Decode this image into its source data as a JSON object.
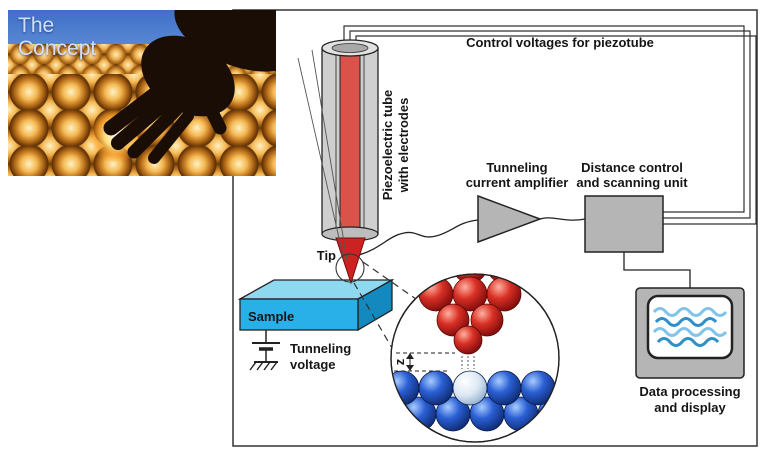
{
  "photo": {
    "title_line1": "The",
    "title_line2": "Concept"
  },
  "schematic": {
    "control_voltages": "Control voltages for piezotube",
    "piezo_tube": {
      "line1": "Piezoelectric tube",
      "line2": "with electrodes"
    },
    "amplifier": {
      "line1": "Tunneling",
      "line2": "current amplifier"
    },
    "distance_unit": {
      "line1": "Distance control",
      "line2": "and scanning unit"
    },
    "tip": "Tip",
    "sample": "Sample",
    "tunneling_voltage": {
      "line1": "Tunneling",
      "line2": "voltage"
    },
    "display": {
      "line1": "Data processing",
      "line2": "and display"
    },
    "gap_distance": "z"
  },
  "colors": {
    "sample_front": "#29b0e8",
    "sample_top": "#8fd9f0",
    "sample_side": "#1489c0",
    "tube_red": "#d9534a",
    "component_gray": "#b5b5b5",
    "atom_red": "#cc2222",
    "atom_blue": "#2a5fd0",
    "wave_blue_dark": "#2f8fc8",
    "wave_blue_light": "#7fc4e8",
    "gold_sphere": "#f4b852",
    "sky_blue": "#3f6fc8"
  }
}
